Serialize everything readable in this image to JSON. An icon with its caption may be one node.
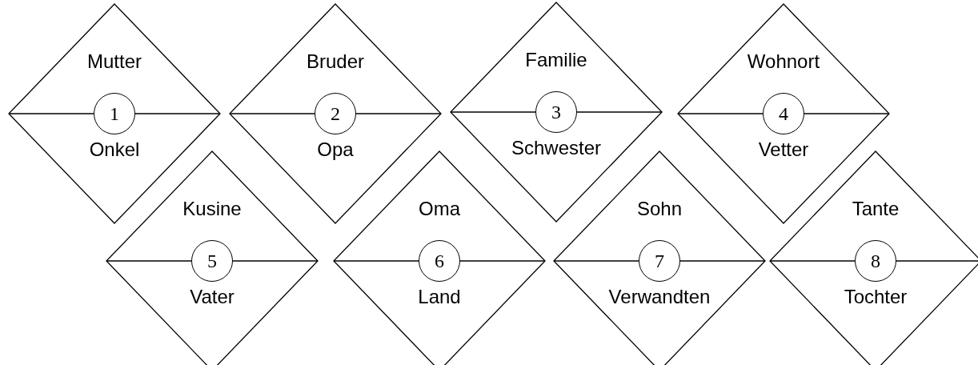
{
  "diagram": {
    "nodes": [
      {
        "text": [
          "Mutter",
          "Onkel"
        ]
      },
      {
        "text": [
          "1"
        ],
        "in": 0
      },
      {
        "text": [
          "Bruder",
          "Opa"
        ]
      },
      {
        "text": [
          "2"
        ],
        "in": 2
      },
      {
        "text": [
          "Familie",
          "Schwester"
        ]
      },
      {
        "text": [
          "3"
        ],
        "in": 4
      },
      {
        "text": [
          "Wohnort",
          "Vetter"
        ]
      },
      {
        "text": [
          "4"
        ],
        "in": 6
      },
      {
        "text": [
          "Kusine",
          "Vater"
        ]
      },
      {
        "text": [
          "5"
        ],
        "in": 8
      },
      {
        "text": [
          "Oma",
          "Land"
        ]
      },
      {
        "text": [
          "6"
        ],
        "in": 10
      },
      {
        "text": [
          "Sohn",
          "Verwandten"
        ]
      },
      {
        "text": [
          "7"
        ],
        "in": 12
      },
      {
        "text": [
          "Tante",
          "Tochter"
        ]
      },
      {
        "text": [
          "8"
        ],
        "in": 14
      }
    ]
  }
}
